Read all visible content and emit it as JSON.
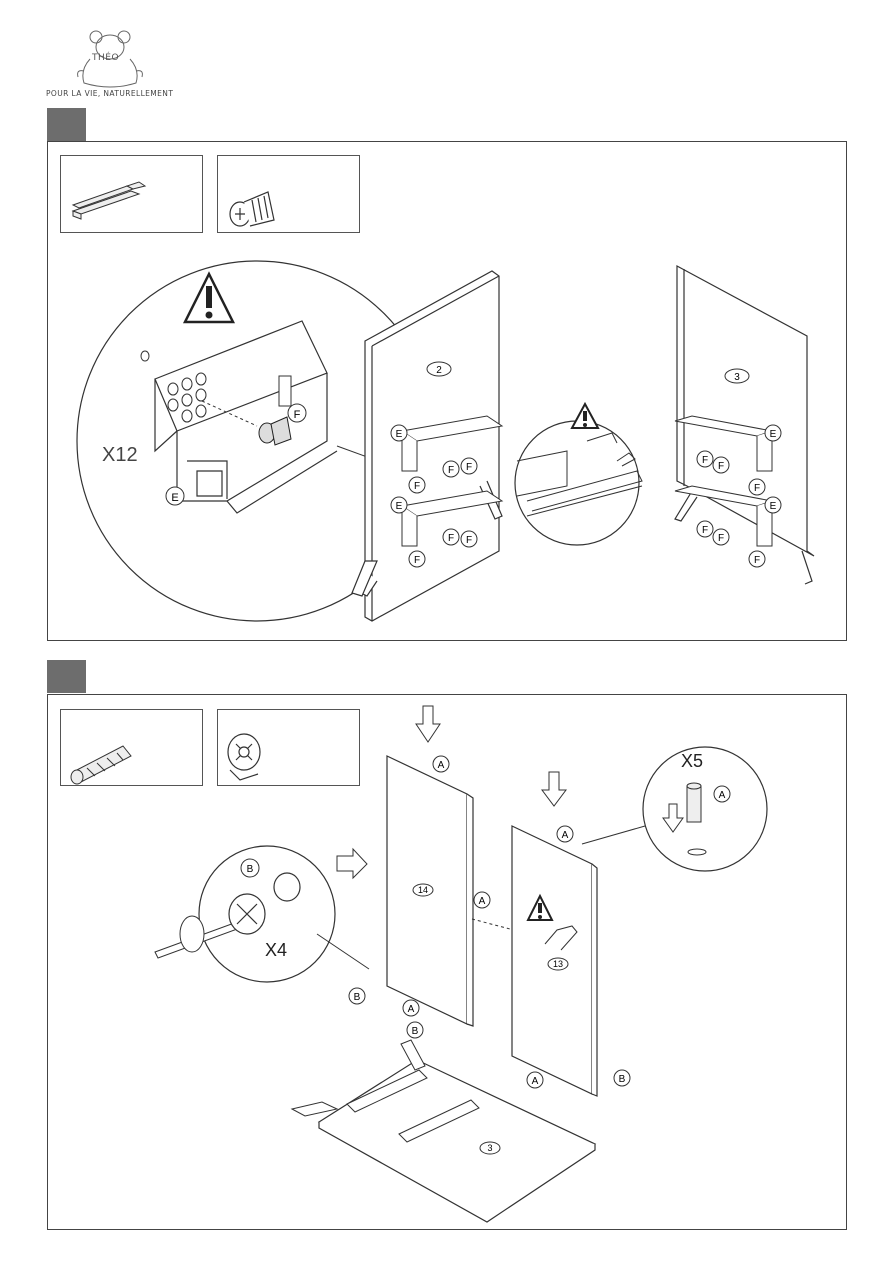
{
  "header": {
    "brand_name": "THÉO",
    "tagline": "POUR LA VIE, NATURELLEMENT"
  },
  "step1": {
    "multiplier": "X12",
    "labels": {
      "e": "E",
      "f": "F",
      "panel_left": "2",
      "panel_right": "3"
    }
  },
  "step2": {
    "multiplier_cam": "X4",
    "multiplier_dowel": "X5",
    "labels": {
      "a": "A",
      "b": "B",
      "panel_14": "14",
      "panel_13": "13",
      "panel_3": "3"
    }
  },
  "icons": [
    "teddy-bear-logo",
    "warning-icon",
    "down-arrow-icon",
    "right-arrow-icon",
    "screwdriver-icon",
    "hand-icon"
  ]
}
